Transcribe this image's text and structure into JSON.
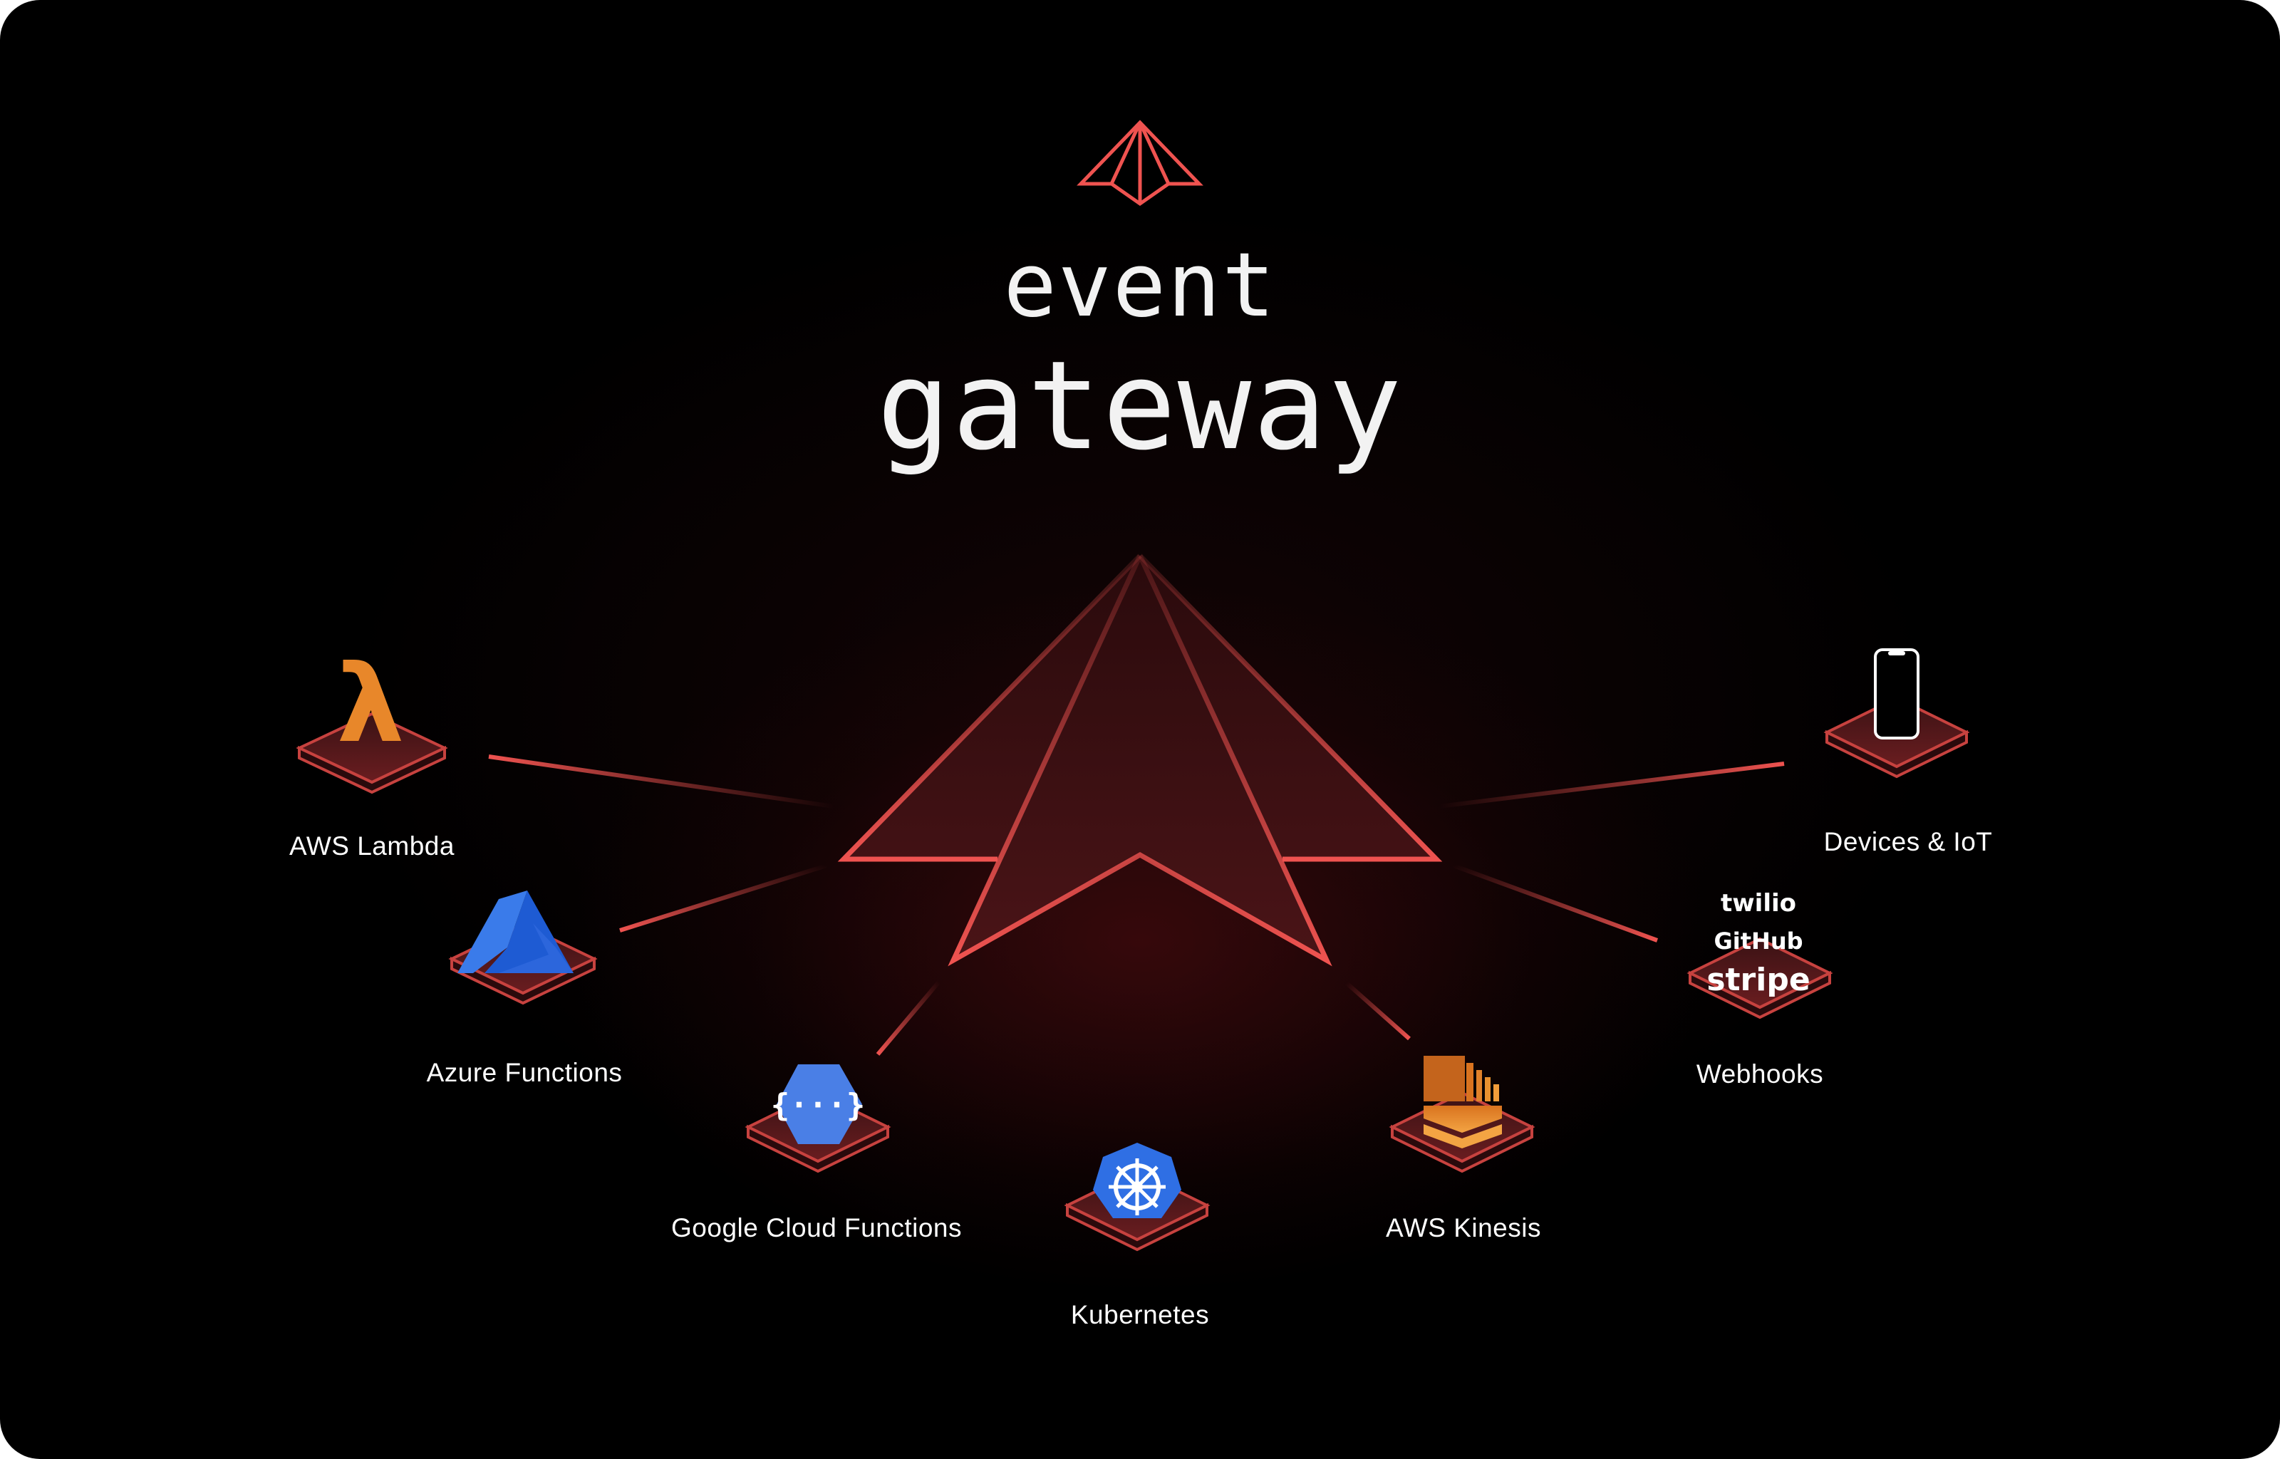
{
  "header": {
    "logo_icon": "event-gateway-logo-icon",
    "line1": "event",
    "line2": "gateway"
  },
  "colors": {
    "background": "#000000",
    "accent": "#ef5350",
    "text": "#ffffff"
  },
  "nodes": [
    {
      "id": "aws-lambda",
      "label": "AWS Lambda",
      "icon": "lambda-icon"
    },
    {
      "id": "azure-functions",
      "label": "Azure Functions",
      "icon": "azure-icon"
    },
    {
      "id": "google-cloud-functions",
      "label": "Google Cloud Functions",
      "icon": "cloud-functions-icon"
    },
    {
      "id": "kubernetes",
      "label": "Kubernetes",
      "icon": "kubernetes-icon"
    },
    {
      "id": "aws-kinesis",
      "label": "AWS Kinesis",
      "icon": "kinesis-icon"
    },
    {
      "id": "webhooks",
      "label": "Webhooks",
      "icon": "webhooks-logos-icon",
      "brands": [
        "twilio",
        "GitHub",
        "stripe"
      ]
    },
    {
      "id": "devices-iot",
      "label": "Devices & IoT",
      "icon": "phone-icon"
    }
  ]
}
